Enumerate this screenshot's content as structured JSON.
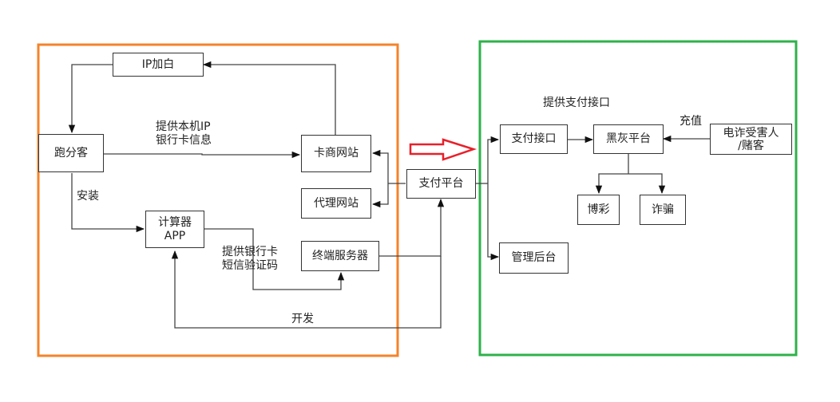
{
  "groups": {
    "left_color": "#F5832A",
    "right_color": "#2DB24A",
    "transition_arrow_color": "#E8202A"
  },
  "nodes": {
    "ip_whitelist": "IP加白",
    "paofenke": "跑分客",
    "card_merchant_site": "卡商网站",
    "agent_site": "代理网站",
    "calculator_app": "计算器\nAPP",
    "terminal_server": "终端服务器",
    "payment_platform": "支付平台",
    "payment_interface": "支付接口",
    "black_gray_platform": "黑灰平台",
    "victim_gambler": "电诈受害人\n/赌客",
    "gambling": "博彩",
    "fraud": "诈骗",
    "admin_backend": "管理后台"
  },
  "edge_labels": {
    "provide_ip_bankcard": "提供本机IP\n银行卡信息",
    "install": "安装",
    "provide_sms_code": "提供银行卡\n短信验证码",
    "develop": "开发",
    "provide_payment_interface": "提供支付接口",
    "recharge": "充值"
  }
}
